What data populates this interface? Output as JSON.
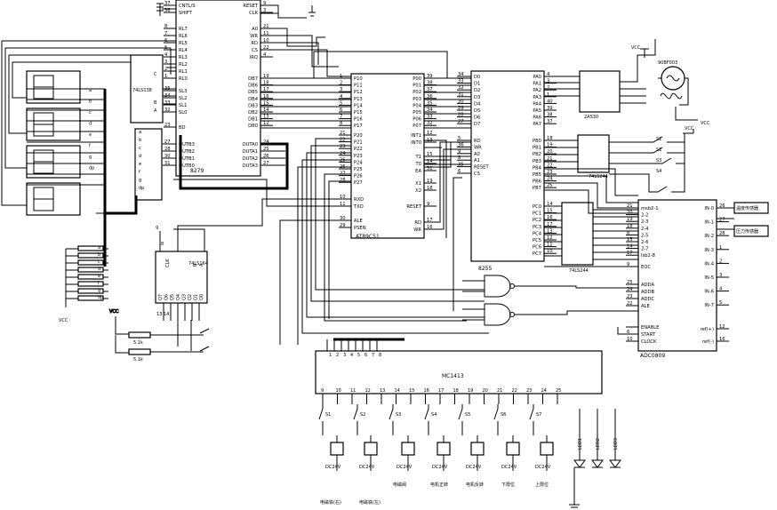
{
  "chips": {
    "c8279": {
      "name": "8279",
      "left_pins": [
        {
          "n": "37",
          "l": "CNTL/S"
        },
        {
          "n": "36",
          "l": "SHIFT"
        },
        {
          "n": "8",
          "l": "RL7"
        },
        {
          "n": "7",
          "l": "RL6"
        },
        {
          "n": "6",
          "l": "RL5"
        },
        {
          "n": "5",
          "l": "RL4"
        },
        {
          "n": "4",
          "l": "RL3"
        },
        {
          "n": "3",
          "l": "RL2"
        },
        {
          "n": "2",
          "l": "RL1"
        },
        {
          "n": "1",
          "l": "RL0"
        },
        {
          "n": "35",
          "l": "SL3"
        },
        {
          "n": "34",
          "l": "SL2"
        },
        {
          "n": "33",
          "l": "SL1"
        },
        {
          "n": "32",
          "l": "SL0"
        },
        {
          "n": "23",
          "l": "BD"
        },
        {
          "n": "27",
          "l": "OUTB3"
        },
        {
          "n": "28",
          "l": "OUTB2"
        },
        {
          "n": "30",
          "l": "OUTB1"
        },
        {
          "n": "31",
          "l": "OUTB0"
        }
      ],
      "right_pins": [
        {
          "n": "9",
          "l": "RESET"
        },
        {
          "n": "3",
          "l": "CLK"
        },
        {
          "n": "21",
          "l": "A0"
        },
        {
          "n": "11",
          "l": "WR"
        },
        {
          "n": "10",
          "l": "RD"
        },
        {
          "n": "22",
          "l": "CS"
        },
        {
          "n": "4",
          "l": "IRQ"
        },
        {
          "n": "19",
          "l": "DB7"
        },
        {
          "n": "18",
          "l": "DB6"
        },
        {
          "n": "17",
          "l": "DB5"
        },
        {
          "n": "16",
          "l": "DB4"
        },
        {
          "n": "15",
          "l": "DB3"
        },
        {
          "n": "14",
          "l": "DB2"
        },
        {
          "n": "13",
          "l": "DB1"
        },
        {
          "n": "12",
          "l": "DB0"
        },
        {
          "n": "24",
          "l": "OUTA0"
        },
        {
          "n": "25",
          "l": "OUTA1"
        },
        {
          "n": "26",
          "l": "OUTA2"
        },
        {
          "n": "27",
          "l": "OUTA3"
        }
      ]
    },
    "mcu": {
      "name": "AT89C51",
      "p1_pins": [
        {
          "n": "1",
          "l": "P10"
        },
        {
          "n": "2",
          "l": "P11"
        },
        {
          "n": "3",
          "l": "P12"
        },
        {
          "n": "4",
          "l": "P13"
        },
        {
          "n": "5",
          "l": "P14"
        },
        {
          "n": "6",
          "l": "P15"
        },
        {
          "n": "7",
          "l": "P16"
        },
        {
          "n": "8",
          "l": "P17"
        }
      ],
      "p2_pins": [
        {
          "n": "21",
          "l": "P20"
        },
        {
          "n": "22",
          "l": "P21"
        },
        {
          "n": "23",
          "l": "P22"
        },
        {
          "n": "24",
          "l": "P23"
        },
        {
          "n": "25",
          "l": "P24"
        },
        {
          "n": "26",
          "l": "P25"
        },
        {
          "n": "27",
          "l": "P26"
        },
        {
          "n": "28",
          "l": "P27"
        }
      ],
      "misc_left": [
        {
          "n": "10",
          "l": "RXD"
        },
        {
          "n": "11",
          "l": "TXD"
        },
        {
          "n": "30",
          "l": "ALE"
        },
        {
          "n": "29",
          "l": "PSEN"
        }
      ],
      "p0_pins": [
        {
          "n": "39",
          "l": "P00"
        },
        {
          "n": "38",
          "l": "P01"
        },
        {
          "n": "37",
          "l": "P02"
        },
        {
          "n": "36",
          "l": "P03"
        },
        {
          "n": "35",
          "l": "P04"
        },
        {
          "n": "34",
          "l": "P05"
        },
        {
          "n": "33",
          "l": "P06"
        },
        {
          "n": "32",
          "l": "P07"
        }
      ],
      "misc_right": [
        {
          "n": "12",
          "l": "INT1"
        },
        {
          "n": "13",
          "l": "INT0"
        },
        {
          "n": "15",
          "l": "T1"
        },
        {
          "n": "14",
          "l": "T0"
        },
        {
          "n": "31",
          "l": "EA"
        },
        {
          "n": "19",
          "l": "X1"
        },
        {
          "n": "18",
          "l": "X2"
        },
        {
          "n": "9",
          "l": "RESET"
        },
        {
          "n": "17",
          "l": "RD"
        },
        {
          "n": "16",
          "l": "WR"
        }
      ]
    },
    "c8255": {
      "name": "8255",
      "left_pins": [
        {
          "n": "34",
          "l": "D0"
        },
        {
          "n": "33",
          "l": "D1"
        },
        {
          "n": "32",
          "l": "D2"
        },
        {
          "n": "31",
          "l": "D3"
        },
        {
          "n": "30",
          "l": "D4"
        },
        {
          "n": "29",
          "l": "D5"
        },
        {
          "n": "28",
          "l": "D6"
        },
        {
          "n": "27",
          "l": "D7"
        },
        {
          "n": "5",
          "l": "RD"
        },
        {
          "n": "36",
          "l": "WR"
        },
        {
          "n": "9",
          "l": "A0"
        },
        {
          "n": "8",
          "l": "A1"
        },
        {
          "n": "35",
          "l": "RESET"
        },
        {
          "n": "6",
          "l": "CS"
        }
      ],
      "pa_pins": [
        {
          "n": "4",
          "l": "PA0"
        },
        {
          "n": "3",
          "l": "PA1"
        },
        {
          "n": "2",
          "l": "PA2"
        },
        {
          "n": "1",
          "l": "PA3"
        },
        {
          "n": "40",
          "l": "PA4"
        },
        {
          "n": "39",
          "l": "PA5"
        },
        {
          "n": "38",
          "l": "PA6"
        },
        {
          "n": "37",
          "l": "PA7"
        }
      ],
      "pb_pins": [
        {
          "n": "18",
          "l": "PB0"
        },
        {
          "n": "19",
          "l": "PB1"
        },
        {
          "n": "20",
          "l": "PB2"
        },
        {
          "n": "21",
          "l": "PB3"
        },
        {
          "n": "22",
          "l": "PB4"
        },
        {
          "n": "23",
          "l": "PB5"
        },
        {
          "n": "24",
          "l": "PB6"
        },
        {
          "n": "25",
          "l": "PB7"
        }
      ],
      "pc_pins": [
        {
          "n": "14",
          "l": "PC0"
        },
        {
          "n": "15",
          "l": "PC1"
        },
        {
          "n": "16",
          "l": "PC2"
        },
        {
          "n": "17",
          "l": "PC3"
        },
        {
          "n": "13",
          "l": "PC4"
        },
        {
          "n": "12",
          "l": "PC5"
        },
        {
          "n": "11",
          "l": "PC6"
        },
        {
          "n": "10",
          "l": "PC7"
        }
      ]
    },
    "adc": {
      "name": "ADC0809",
      "left_pins": [
        {
          "n": "21",
          "l": "msb2-1"
        },
        {
          "n": "20",
          "l": "2-2"
        },
        {
          "n": "19",
          "l": "2-3"
        },
        {
          "n": "18",
          "l": "2-4"
        },
        {
          "n": "8",
          "l": "2-5"
        },
        {
          "n": "15",
          "l": "2-6"
        },
        {
          "n": "14",
          "l": "2-7"
        },
        {
          "n": "17",
          "l": "lsb2-8"
        },
        {
          "n": "9",
          "l": "EOC"
        },
        {
          "n": "25",
          "l": "ADDA"
        },
        {
          "n": "24",
          "l": "ADDB"
        },
        {
          "n": "23",
          "l": "ADDC"
        },
        {
          "n": "22",
          "l": "ALE"
        },
        {
          "n": "",
          "l": "ENABLE"
        },
        {
          "n": "6",
          "l": "START"
        },
        {
          "n": "10",
          "l": "CLOCK"
        }
      ],
      "right_pins": [
        {
          "n": "26",
          "l": "IN-0"
        },
        {
          "n": "27",
          "l": "IN-1"
        },
        {
          "n": "28",
          "l": "IN-2"
        },
        {
          "n": "1",
          "l": "IN-3"
        },
        {
          "n": "2",
          "l": "IN-4"
        },
        {
          "n": "3",
          "l": "IN-5"
        },
        {
          "n": "4",
          "l": "IN-6"
        },
        {
          "n": "5",
          "l": "IN-7"
        },
        {
          "n": "12",
          "l": "ref(+)"
        },
        {
          "n": "16",
          "l": "ref(-)"
        }
      ]
    },
    "latch": {
      "name": "74LS164",
      "clk": "CLK",
      "a": "A",
      "b": "B",
      "q_pins": [
        "Q7",
        "Q6",
        "Q5",
        "Q4",
        "Q3",
        "Q2",
        "Q1",
        "Q0"
      ]
    },
    "mux": {
      "name": "74LS138",
      "inputs": [
        "C",
        "B",
        "A"
      ]
    },
    "driver": {
      "name": "MC1413",
      "top_pins": [
        "1",
        "2",
        "3",
        "4",
        "5",
        "6",
        "7",
        "8"
      ],
      "bottom_pins": [
        "9",
        "10",
        "11",
        "12",
        "13",
        "14",
        "15",
        "16",
        "17",
        "18",
        "19",
        "20",
        "21",
        "22",
        "23",
        "24",
        "25"
      ]
    },
    "buf1": {
      "name": "74LS244"
    },
    "buf2": {
      "name": "74LS244"
    },
    "motor_drv": {
      "name": "2AS30"
    }
  },
  "segments": [
    "a",
    "b",
    "c",
    "d",
    "e",
    "f",
    "g",
    "dp"
  ],
  "labels": {
    "vcc": "VCC",
    "gnd": "",
    "stepper": "90BF003",
    "r1": "5.1k",
    "r2": "5.1k",
    "clk_pin": "8",
    "s_pin": "9",
    "extra_pins": [
      "13",
      "14"
    ],
    "switches_right": [
      "S1",
      "S2",
      "S3",
      "S4"
    ],
    "switches_bottom": [
      "S1",
      "S2",
      "S3",
      "S4",
      "S5",
      "S6",
      "S7"
    ],
    "sensors": [
      "温度传感器",
      "压力传感器"
    ],
    "relay_labels": [
      "DC24V",
      "DC24V",
      "DC24V",
      "DC24V",
      "DC24V",
      "DC24V",
      "DC24V",
      "DC24V"
    ],
    "bottom_captions": [
      "电磁铁(右)",
      "电磁铁(左)",
      "电磁阀",
      "电机正转",
      "电机反转",
      "下限位",
      "上限位"
    ],
    "leds": [
      "LED1",
      "LED2",
      "LED3"
    ]
  }
}
